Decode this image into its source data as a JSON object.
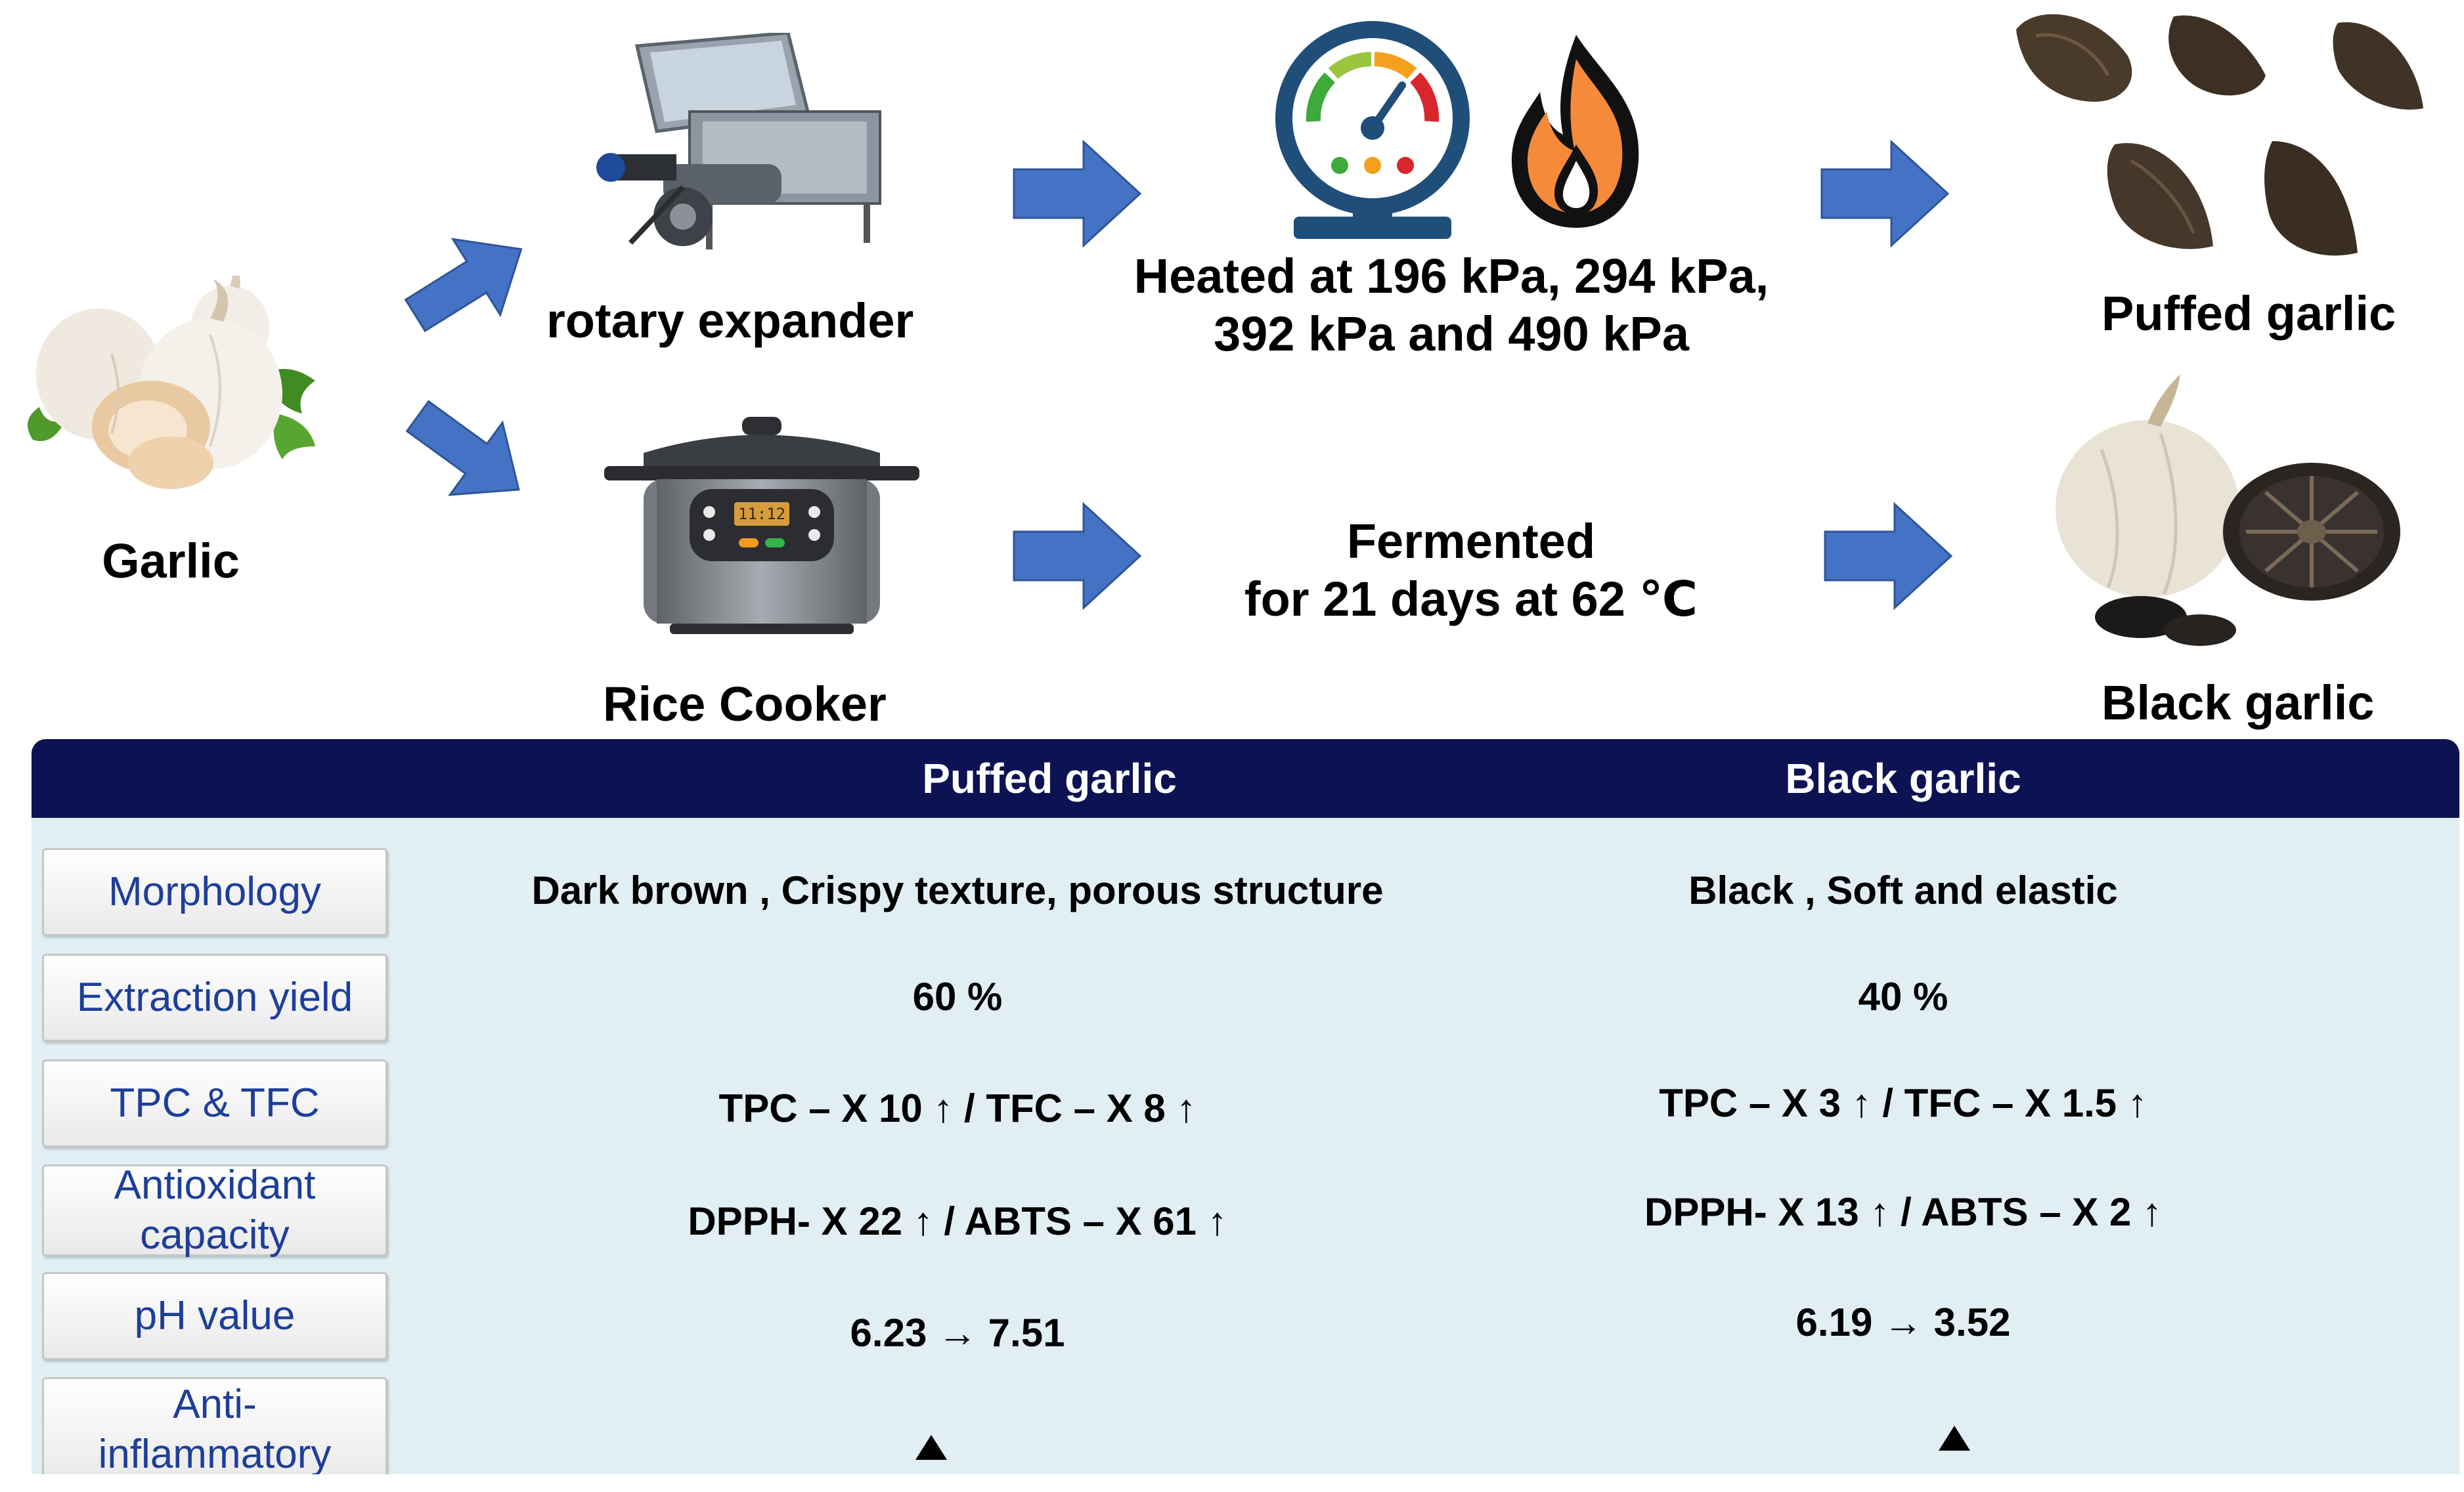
{
  "process": {
    "start_label": "Garlic",
    "rotary_label": "rotary expander",
    "rice_cooker_label": "Rice Cooker",
    "heated_line1": "Heated at 196 kPa, 294 kPa,",
    "heated_line2": "392 kPa and 490 kPa",
    "fermented_line1": "Fermented",
    "fermented_line2": "for 21 days at 62 ℃",
    "puffed_label": "Puffed garlic",
    "black_label": "Black garlic",
    "cooker_display": "11:12"
  },
  "table": {
    "col_puffed": "Puffed garlic",
    "col_black": "Black garlic",
    "rows": [
      {
        "label": "Morphology",
        "puffed": "Dark brown , Crispy texture, porous structure",
        "black": "Black , Soft and elastic"
      },
      {
        "label": "Extraction yield",
        "puffed": "60 %",
        "black": "40 %"
      },
      {
        "label": "TPC & TFC",
        "puffed": "TPC – X 10 ↑ / TFC – X 8 ↑",
        "black": "TPC – X 3 ↑ / TFC – X 1.5 ↑"
      },
      {
        "label_line1": "Antioxidant",
        "label_line2": "capacity",
        "puffed": "DPPH- X 22 ↑ / ABTS – X 61 ↑",
        "black": "DPPH- X 13 ↑ / ABTS – X 2 ↑"
      },
      {
        "label": "pH value",
        "puffed": "6.23 → 7.51",
        "black": "6.19 → 3.52"
      },
      {
        "label_line1": "Anti-",
        "label_line2": "inflammatory"
      }
    ]
  },
  "colors": {
    "arrow_blue": "#4472c4",
    "header_navy": "#0d1352",
    "panel_bg": "#e1eff5",
    "label_text": "#1d3f9a"
  },
  "icons": [
    "garlic-icon",
    "rotary-expander-icon",
    "pressure-gauge-icon",
    "flame-icon",
    "puffed-garlic-icon",
    "rice-cooker-icon",
    "black-garlic-icon",
    "arrow-right-icon",
    "triangle-up-icon"
  ]
}
